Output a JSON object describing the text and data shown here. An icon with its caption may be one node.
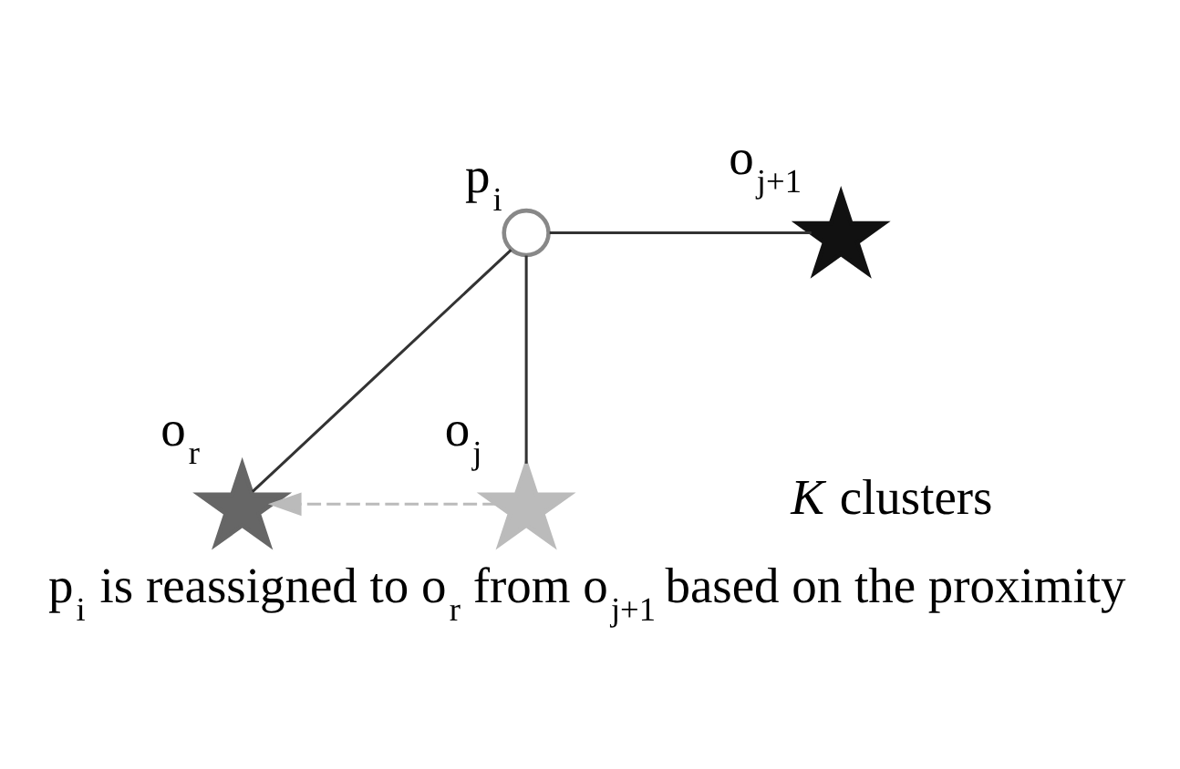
{
  "diagram": {
    "caption": "p$_{i}$ is reassigned to o$_{r}$ from o$_{j+1}$ based on the proximity",
    "nodes": [
      {
        "text": [],
        "shape": "circle",
        "beside": [
          "p$_{i}$"
        ]
      },
      {
        "text": [],
        "shape": "star",
        "beside": [
          "o$_{j+1}$"
        ]
      },
      {
        "text": [],
        "shape": "star",
        "beside": [
          "o$_{r}$"
        ]
      },
      {
        "text": [],
        "shape": "star",
        "beside": [
          "o$_{j}$"
        ]
      }
    ],
    "edges": [
      {
        "from": 0,
        "to": 1,
        "arrow": "none"
      },
      {
        "from": 0,
        "to": 2,
        "arrow": "none"
      },
      {
        "from": 0,
        "to": 3,
        "arrow": "none"
      },
      {
        "from": 3,
        "to": 2,
        "arrow": "to",
        "style": "dashed",
        "color": "#bbbbbb"
      }
    ],
    "labels": [
      "*K* clusters"
    ]
  }
}
